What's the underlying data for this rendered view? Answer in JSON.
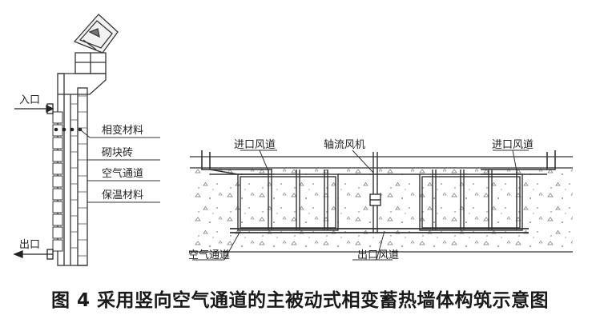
{
  "left_view": {
    "inlet_label": "入口",
    "outlet_label": "出口",
    "layers": [
      "相变材料",
      "砌块砖",
      "空气通道",
      "保温材料"
    ]
  },
  "right_view": {
    "inlet_duct_left": "进口风道",
    "axial_fan": "轴流风机",
    "inlet_duct_right": "进口风道",
    "air_channel": "空气通道",
    "outlet_duct": "出口风道"
  },
  "caption": "图 4 采用竖向空气通道的主被动式相变蓄热墙体构筑示意图"
}
